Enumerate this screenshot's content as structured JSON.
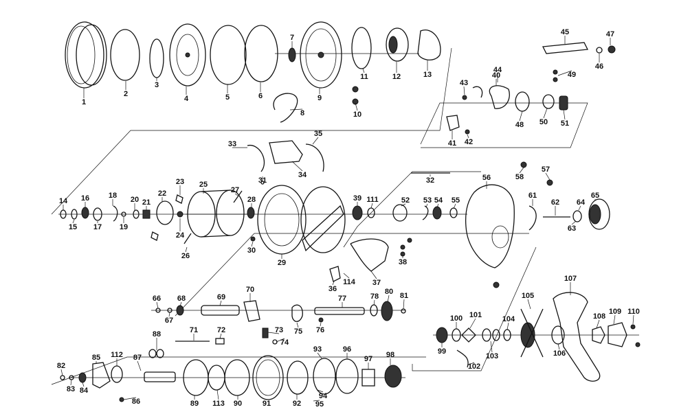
{
  "parts": [
    "1",
    "2",
    "3",
    "4",
    "5",
    "6",
    "7",
    "8",
    "9",
    "10",
    "11",
    "12",
    "13",
    "14",
    "15",
    "16",
    "17",
    "18",
    "19",
    "20",
    "21",
    "22",
    "23",
    "24",
    "25",
    "26",
    "27",
    "28",
    "29",
    "30",
    "31",
    "32",
    "33",
    "34",
    "35",
    "36",
    "37",
    "38",
    "39",
    "40",
    "41",
    "42",
    "43",
    "44",
    "45",
    "46",
    "47",
    "48",
    "49",
    "50",
    "51",
    "52",
    "53",
    "54",
    "55",
    "56",
    "57",
    "58",
    "61",
    "62",
    "63",
    "64",
    "65",
    "66",
    "67",
    "68",
    "69",
    "70",
    "71",
    "72",
    "73",
    "74",
    "75",
    "76",
    "77",
    "78",
    "80",
    "81",
    "82",
    "83",
    "84",
    "85",
    "86",
    "87",
    "88",
    "89",
    "90",
    "91",
    "92",
    "93",
    "94",
    "95",
    "96",
    "97",
    "98",
    "99",
    "100",
    "101",
    "102",
    "103",
    "104",
    "105",
    "106",
    "107",
    "108",
    "109",
    "110",
    "111",
    "112",
    "113",
    "114"
  ]
}
